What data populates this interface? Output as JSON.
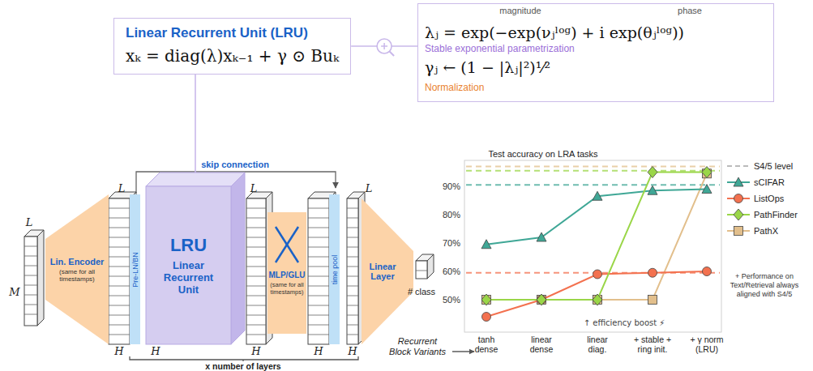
{
  "diagram": {
    "nodes": [
      {
        "text": [
          "Linear Recurrent Unit (LRU)",
          "xₖ = diag(λ)xₖ₋₁ + γ ⊙ Buₖ"
        ]
      },
      {
        "text": [
          "magnitude",
          "phase",
          "λⱼ = exp(−exp(νⱼˡᵒᵍ) + i exp(θⱼˡᵒᵍ))",
          "Stable exponential parametrization",
          "γⱼ ← (1 − |λⱼ|²)¹⁄²",
          "Normalization"
        ]
      },
      {
        "text": [
          "Lin. Encoder",
          "(same for all timestamps)"
        ]
      },
      {
        "text": [
          "Pre-LN/BN"
        ]
      },
      {
        "text": [
          "LRU",
          "Linear Recurrent Unit"
        ]
      },
      {
        "text": [
          "MLP/GLU",
          "(same for all timestamps)"
        ]
      },
      {
        "text": [
          "time pool"
        ]
      },
      {
        "text": [
          "Linear Layer"
        ]
      }
    ],
    "edges": [
      {
        "from": 0,
        "to": 1,
        "arrow": "none"
      },
      {
        "from": 0,
        "to": 4,
        "arrow": "none"
      }
    ],
    "labels": [
      "L",
      "L",
      "L",
      "L",
      "M",
      "H",
      "H",
      "H",
      "H",
      "H",
      "skip connection",
      "x number of layers",
      "# class",
      "Test accuracy on LRA tasks",
      "90%",
      "80%",
      "70%",
      "60%",
      "50%",
      "tanh dense",
      "linear dense",
      "linear diag.",
      "+ stable + ring init.",
      "+ γ norm (LRU)",
      "Recurrent Block Variants",
      "↑ efficiency boost ⚡",
      "+ Performance on Text/Retrieval always aligned with S4/5"
    ],
    "legend": [
      {
        "text": "S4/5 level"
      },
      {
        "text": "sCIFAR",
        "color": "#3fa796"
      },
      {
        "text": "ListOps",
        "color": "#f3714f"
      },
      {
        "text": "PathFinder",
        "color": "#9ad648"
      },
      {
        "text": "PathX",
        "color": "#e2bf8c"
      }
    ]
  }
}
